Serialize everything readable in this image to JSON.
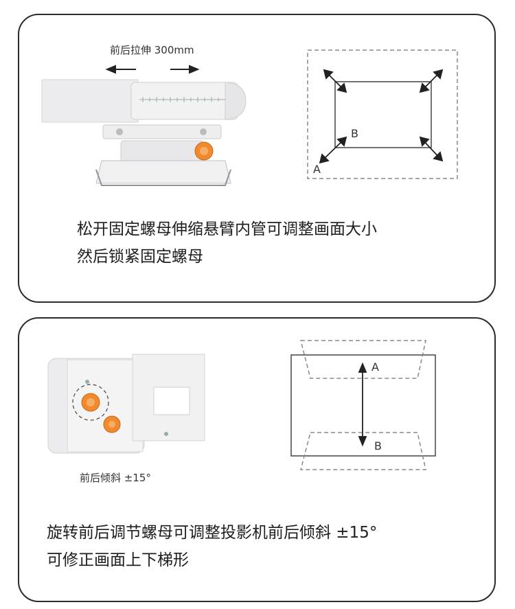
{
  "panel_extension": {
    "label": "前后拉伸 300mm",
    "diagram_labels": {
      "a": "A",
      "b": "B"
    },
    "caption_lines": [
      "松开固定螺母伸缩悬臂内管可调整画面大小",
      "然后锁紧固定螺母"
    ]
  },
  "panel_tilt": {
    "label": "前后倾斜 ±15°",
    "diagram_labels": {
      "a": "A",
      "b": "B"
    },
    "caption_lines": [
      "旋转前后调节螺母可调整投影机前后倾斜 ±15°",
      "可修正画面上下梯形"
    ]
  },
  "colors": {
    "knob_orange": "#f08a2c",
    "frame": "#2a2a2a",
    "metal": "#e9eaec"
  }
}
